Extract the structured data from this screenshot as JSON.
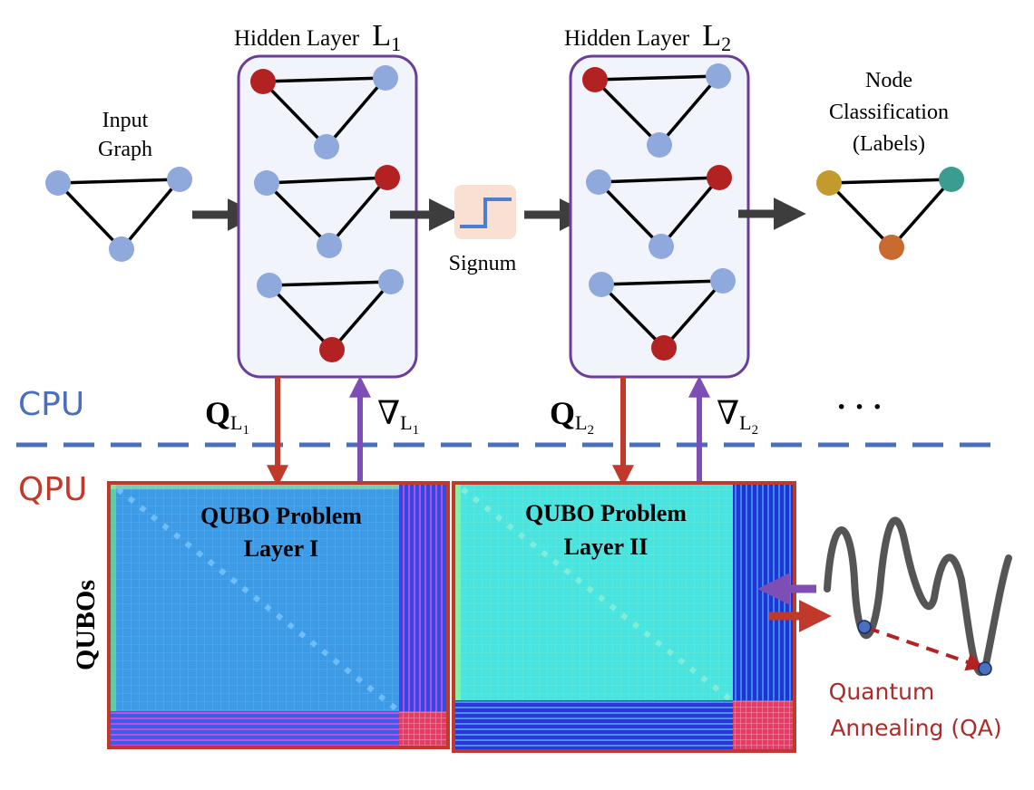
{
  "input_graph": {
    "line1": "Input",
    "line2": "Graph"
  },
  "hidden_layers": [
    {
      "title": "Hidden Layer",
      "symbol": "L",
      "sub": "1"
    },
    {
      "title": "Hidden Layer",
      "symbol": "L",
      "sub": "2"
    }
  ],
  "signum": {
    "label": "Signum"
  },
  "output": {
    "line1": "Node",
    "line2": "Classification",
    "line3": "(Labels)"
  },
  "cpu_label": "CPU",
  "qpu_label": "QPU",
  "arrows": {
    "q1": {
      "main": "Q",
      "sub": "L",
      "subsub": "1"
    },
    "g1": {
      "main": "∇",
      "sub": "L",
      "subsub": "1"
    },
    "q2": {
      "main": "Q",
      "sub": "L",
      "subsub": "2"
    },
    "g2": {
      "main": "∇",
      "sub": "L",
      "subsub": "2"
    }
  },
  "ellipsis": "· · ·",
  "qubos_label": "QUBOs",
  "qubo_panels": [
    {
      "line1": "QUBO Problem",
      "line2": "Layer I"
    },
    {
      "line1": "QUBO Problem",
      "line2": "Layer II"
    }
  ],
  "qa": {
    "line1": "Quantum",
    "line2": "Annealing (QA)"
  },
  "colors": {
    "node_blue": "#8fa9dc",
    "node_red": "#b22222",
    "edge": "#000000",
    "box_border": "#6a3d9a",
    "box_fill": "#f1f4fa",
    "flow_arrow": "#3d3d3d",
    "q_arrow": "#c0392b",
    "grad_arrow": "#7d4eb3",
    "cpu_blue": "#4a6fbf",
    "qpu_red": "#c0392b",
    "qubo_border": "#c0392b",
    "qubo1_fill": "#3d9be6",
    "qubo2_fill": "#49e3e0",
    "label_yellow": "#c49a2c",
    "label_teal": "#3a9d8f",
    "label_orange": "#c96a2e",
    "qa_text": "#b02a2a",
    "energy_curve": "#555555"
  }
}
